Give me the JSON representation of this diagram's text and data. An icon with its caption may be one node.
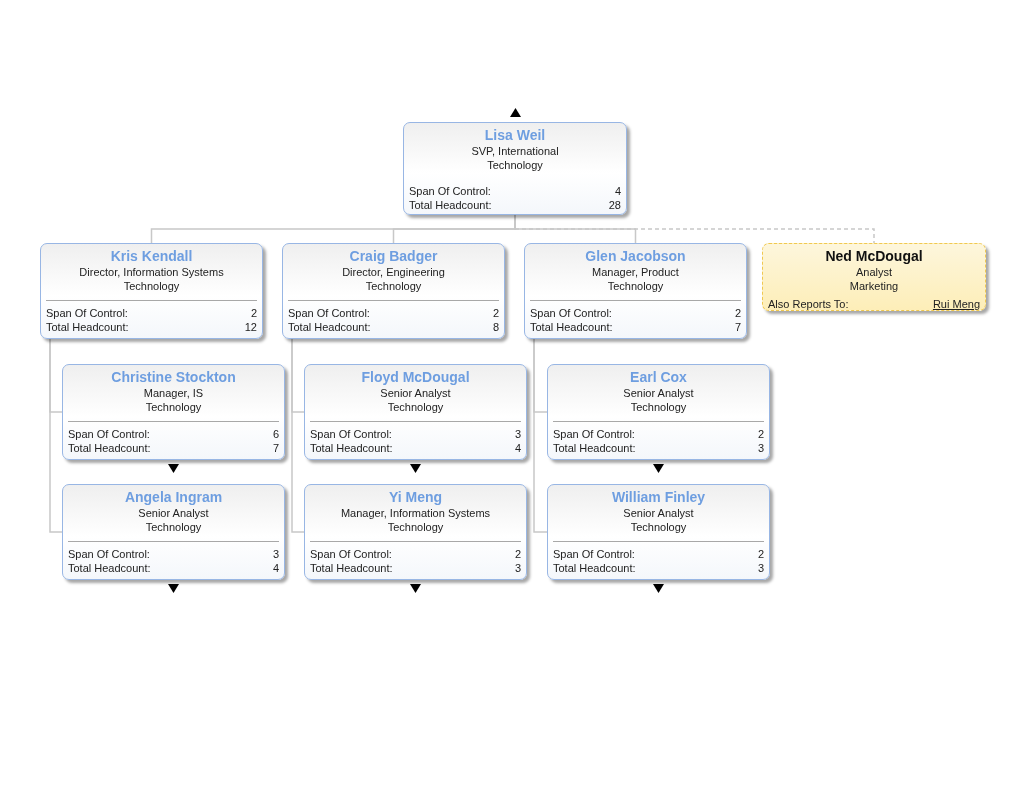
{
  "diagram": {
    "nodes": [
      {
        "text": [
          "Lisa Weil",
          "SVP, International",
          "Technology",
          "Span Of Control:",
          "4",
          "Total Headcount:",
          "28"
        ]
      },
      {
        "text": [
          "Kris Kendall",
          "Director, Information Systems",
          "Technology",
          "Span Of Control:",
          "2",
          "Total Headcount:",
          "12"
        ]
      },
      {
        "text": [
          "Craig Badger",
          "Director, Engineering",
          "Technology",
          "Span Of Control:",
          "2",
          "Total Headcount:",
          "8"
        ]
      },
      {
        "text": [
          "Glen Jacobson",
          "Manager, Product",
          "Technology",
          "Span Of Control:",
          "2",
          "Total Headcount:",
          "7"
        ]
      },
      {
        "text": [
          "Ned McDougal",
          "Analyst",
          "Marketing",
          "Also Reports To:",
          "Rui Meng"
        ]
      },
      {
        "text": [
          "Christine Stockton",
          "Manager, IS",
          "Technology",
          "Span Of Control:",
          "6",
          "Total Headcount:",
          "7"
        ]
      },
      {
        "text": [
          "Floyd McDougal",
          "Senior Analyst",
          "Technology",
          "Span Of Control:",
          "3",
          "Total Headcount:",
          "4"
        ]
      },
      {
        "text": [
          "Earl Cox",
          "Senior Analyst",
          "Technology",
          "Span Of Control:",
          "2",
          "Total Headcount:",
          "3"
        ]
      },
      {
        "text": [
          "Angela Ingram",
          "Senior Analyst",
          "Technology",
          "Span Of Control:",
          "3",
          "Total Headcount:",
          "4"
        ]
      },
      {
        "text": [
          "Yi Meng",
          "Manager, Information Systems",
          "Technology",
          "Span Of Control:",
          "2",
          "Total Headcount:",
          "3"
        ]
      },
      {
        "text": [
          "William Finley",
          "Senior Analyst",
          "Technology",
          "Span Of Control:",
          "2",
          "Total Headcount:",
          "3"
        ]
      }
    ],
    "edges": [
      {
        "from": 0,
        "to": 1,
        "arrow": "none"
      },
      {
        "from": 0,
        "to": 2,
        "arrow": "none"
      },
      {
        "from": 0,
        "to": 3,
        "arrow": "none"
      },
      {
        "from": 0,
        "to": 4,
        "arrow": "none",
        "style": "dashed"
      },
      {
        "from": 1,
        "to": 5,
        "arrow": "none"
      },
      {
        "from": 1,
        "to": 8,
        "arrow": "none"
      },
      {
        "from": 2,
        "to": 6,
        "arrow": "none"
      },
      {
        "from": 2,
        "to": 9,
        "arrow": "none"
      },
      {
        "from": 3,
        "to": 7,
        "arrow": "none"
      },
      {
        "from": 3,
        "to": 10,
        "arrow": "none"
      }
    ]
  }
}
